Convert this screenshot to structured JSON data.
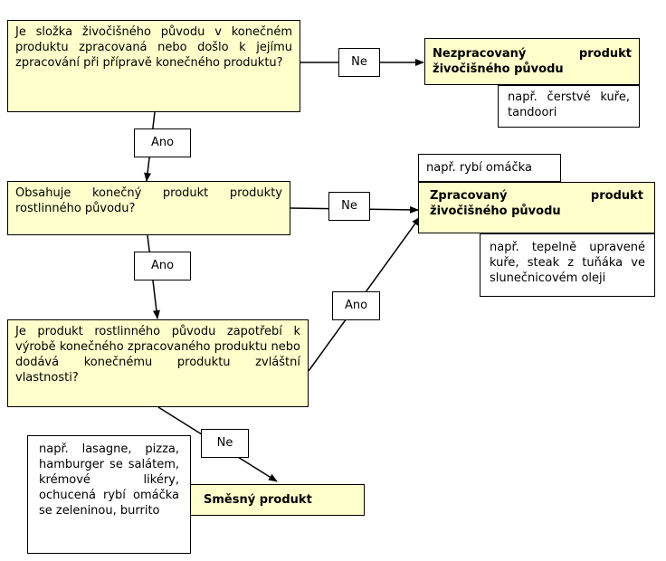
{
  "questions": {
    "q1": "Je složka živočišného původu v konečném produktu zpracovaná nebo došlo k jejímu zpracování při přípravě konečného produktu?",
    "q2": "Obsahuje konečný produkt produkty rostlinného původu?",
    "q3": "Je produkt rostlinného původu zapotřebí k výrobě konečného zpracovaného produktu nebo dodává konečnému produktu zvláštní vlastnosti?"
  },
  "results": {
    "unprocessed": "Nezpracovaný produkt živočišného původu",
    "processed": "Zpracovaný produkt živočišného původu",
    "composite": "Směsný produkt"
  },
  "examples": {
    "unprocessed": "např. čerstvé kuře, tandoori",
    "processed_top": "např. rybí omáčka",
    "processed_bottom": "např. tepelně upravené kuře, steak z tuňáka ve slunečnicovém oleji",
    "composite": "např. lasagne, pizza, hamburger se salátem, krémové likéry, ochucená rybí omáčka se zeleninou, burrito"
  },
  "labels": {
    "ne1": "Ne",
    "ano1": "Ano",
    "ne2": "Ne",
    "ano2": "Ano",
    "ano3": "Ano",
    "ne3": "Ne"
  }
}
